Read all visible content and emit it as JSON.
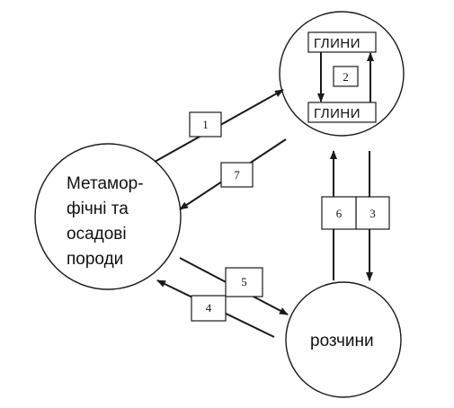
{
  "nodes": {
    "rocks": {
      "lines": [
        "Метамор-",
        "фічні та",
        "осадові",
        "породи"
      ]
    },
    "clays": {
      "top_label": "ГЛИНИ",
      "bottom_label": "ГЛИНИ"
    },
    "solutions": {
      "label": "розчини"
    }
  },
  "edges": [
    {
      "id": "e1",
      "label": "1",
      "from": "rocks",
      "to": "clays"
    },
    {
      "id": "e2",
      "label": "2",
      "from": "clays",
      "to": "clays"
    },
    {
      "id": "e3",
      "label": "3",
      "from": "clays",
      "to": "solutions"
    },
    {
      "id": "e4",
      "label": "4",
      "from": "solutions",
      "to": "rocks"
    },
    {
      "id": "e5",
      "label": "5",
      "from": "rocks",
      "to": "solutions"
    },
    {
      "id": "e6",
      "label": "6",
      "from": "solutions",
      "to": "clays"
    },
    {
      "id": "e7",
      "label": "7",
      "from": "clays",
      "to": "rocks"
    }
  ]
}
